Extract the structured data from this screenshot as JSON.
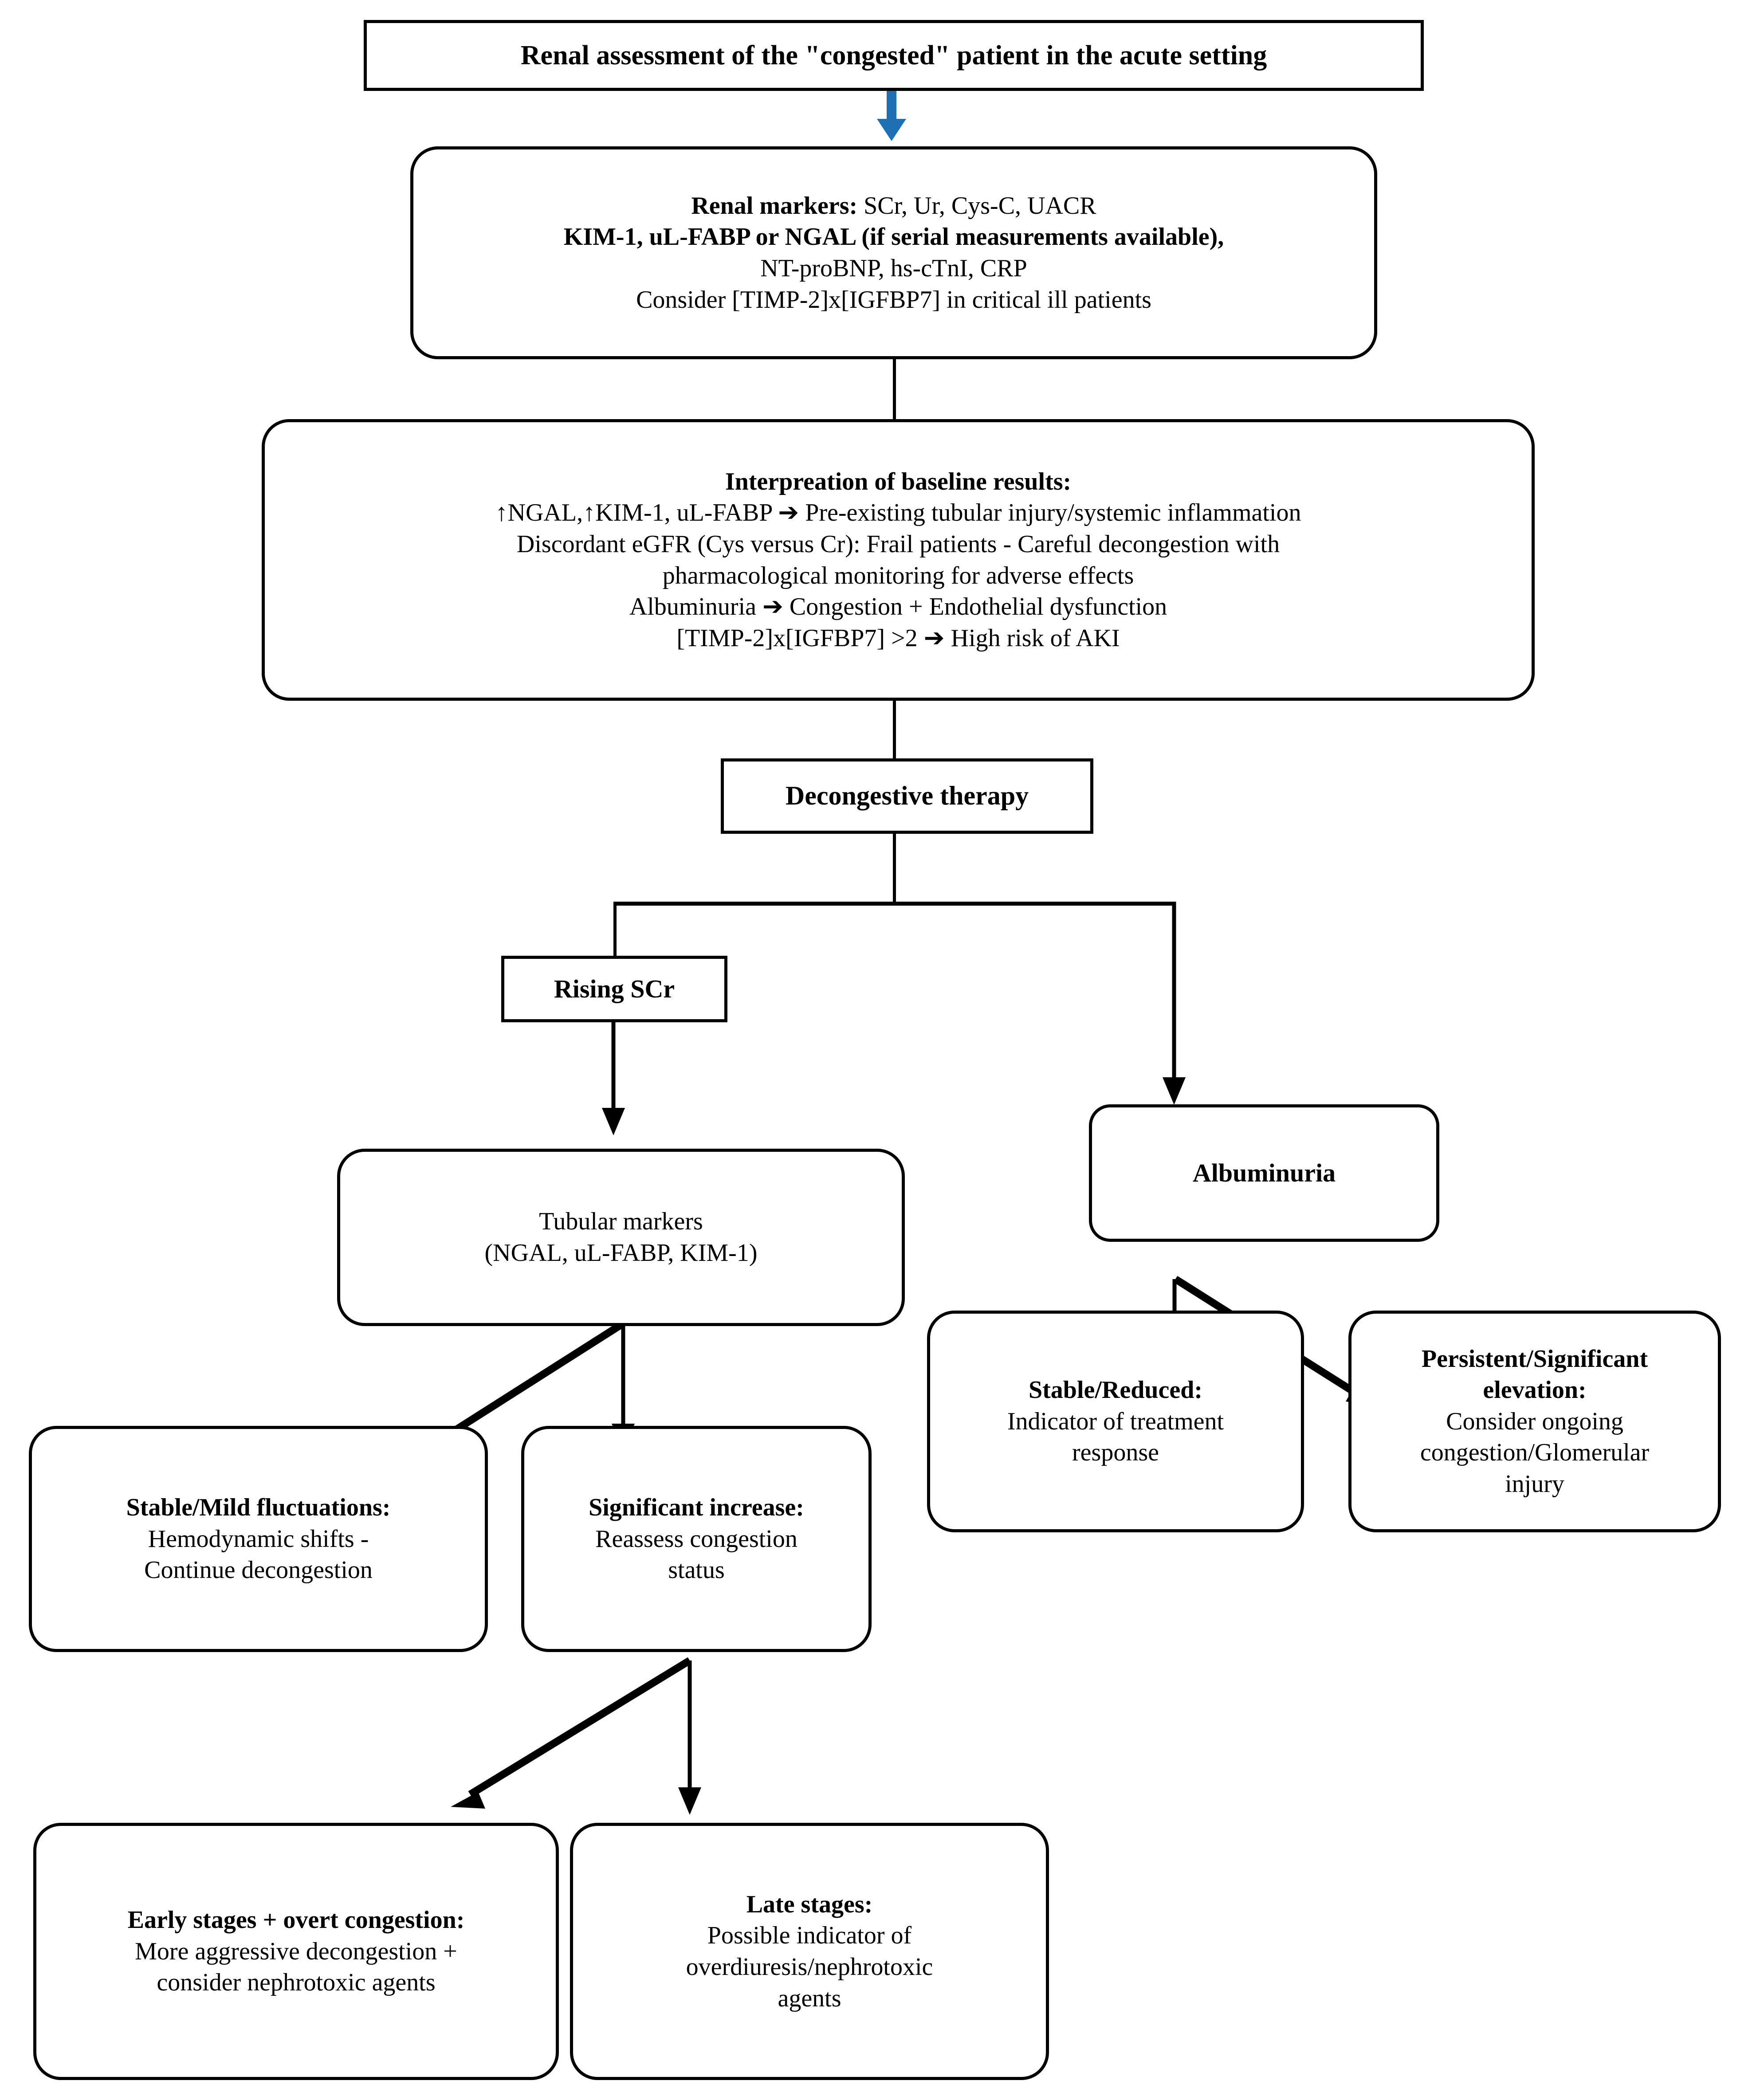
{
  "diagram": {
    "title": "Renal assessment of the \"congested\" patient in the acute setting",
    "accent_blue": "#1F6FB4",
    "line_color": "#000000",
    "background": "#FFFFFF"
  },
  "nodes": {
    "title_box": {
      "label": "Renal assessment of the \"congested\" patient in the acute setting"
    },
    "renal_markers": {
      "line1": "Renal markers:",
      "line1b": " SCr, Ur, Cys-C, UACR",
      "line2": "KIM-1, uL-FABP or NGAL (if serial measurements available),",
      "line3": "NT-proBNP, hs-cTnI, CRP",
      "line4": "Consider  [TIMP-2]x[IGFBP7] in critical  ill  patients"
    },
    "interpretation": {
      "heading": "Interpreation of baseline results:",
      "line1": "↑NGAL,↑KIM-1, uL-FABP ➔ Pre-existing tubular injury/systemic inflammation",
      "line2": "Discordant eGFR (Cys versus Cr): Frail patients - Careful decongestion with",
      "line3": "pharmacological  monitoring for adverse effects",
      "line4": "Albuminuria ➔ Congestion + Endothelial dysfunction",
      "line5": "[TIMP-2]x[IGFBP7] >2 ➔ High risk of AKI"
    },
    "decongestive_therapy": {
      "label": "Decongestive therapy"
    },
    "rising_scr": {
      "label": "Rising SCr"
    },
    "albuminuria": {
      "label": "Albuminuria"
    },
    "tubular_markers": {
      "line1": "Tubular markers",
      "line2": "(NGAL, uL-FABP, KIM-1)"
    },
    "stable_mild": {
      "heading": "Stable/Mild fluctuations:",
      "line1": "Hemodynamic shifts -",
      "line2": "Continue  decongestion"
    },
    "significant_increase": {
      "heading": "Significant increase:",
      "line1": "Reassess congestion",
      "line2": "status"
    },
    "stable_reduced": {
      "heading": "Stable/Reduced:",
      "line1": "Indicator of treatment",
      "line2": "response"
    },
    "persistent_elevation": {
      "heading1": "Persistent/Significant",
      "heading2": "elevation:",
      "line1": "Consider  ongoing",
      "line2": "congestion/Glomerular",
      "line3": "injury"
    },
    "early_stages": {
      "heading": "Early stages + overt congestion:",
      "line1": "More aggressive decongestion +",
      "line2": "consider nephrotoxic agents"
    },
    "late_stages": {
      "heading": "Late stages:",
      "line1": "Possible indicator  of",
      "line2": "overdiuresis/nephrotoxic",
      "line3": "agents"
    }
  },
  "edges": [
    {
      "from": "title_box",
      "to": "renal_markers",
      "style": "blue-block-arrow"
    },
    {
      "from": "renal_markers",
      "to": "interpretation",
      "style": "plain-line"
    },
    {
      "from": "interpretation",
      "to": "decongestive_therapy",
      "style": "plain-line"
    },
    {
      "from": "decongestive_therapy",
      "to": "rising_scr",
      "style": "split-line"
    },
    {
      "from": "decongestive_therapy",
      "to": "albuminuria",
      "style": "split-arrow"
    },
    {
      "from": "rising_scr",
      "to": "tubular_markers",
      "style": "arrow"
    },
    {
      "from": "tubular_markers",
      "to": "stable_mild",
      "style": "diagonal-arrow"
    },
    {
      "from": "tubular_markers",
      "to": "significant_increase",
      "style": "arrow"
    },
    {
      "from": "albuminuria",
      "to": "stable_reduced",
      "style": "arrow"
    },
    {
      "from": "albuminuria",
      "to": "persistent_elevation",
      "style": "diagonal-arrow"
    },
    {
      "from": "significant_increase",
      "to": "early_stages",
      "style": "diagonal-arrow"
    },
    {
      "from": "significant_increase",
      "to": "late_stages",
      "style": "arrow"
    }
  ]
}
